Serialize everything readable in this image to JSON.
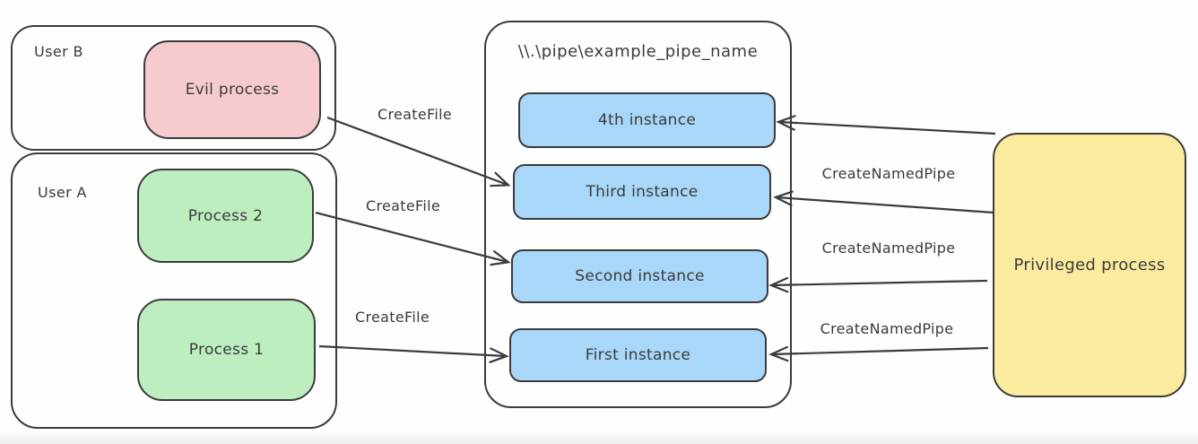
{
  "colors": {
    "stroke": "#3b3b3b",
    "text": "#3b3b3b",
    "pink": "#f6cbcd",
    "green": "#bceebf",
    "blue": "#a9d7f9",
    "yellow": "#fbeb9e"
  },
  "groups": {
    "user_b": {
      "label": "User B"
    },
    "user_a": {
      "label": "User A"
    },
    "pipe": {
      "title": "\\\\.\\pipe\\example_pipe_name"
    }
  },
  "nodes": {
    "evil_process": "Evil process",
    "process_2": "Process 2",
    "process_1": "Process 1",
    "instance_4": "4th instance",
    "instance_3": "Third instance",
    "instance_2": "Second instance",
    "instance_1": "First instance",
    "privileged_process": "Privileged process"
  },
  "edges": {
    "createfile_evil": "CreateFile",
    "createfile_p2": "CreateFile",
    "createfile_p1": "CreateFile",
    "createnamedpipe_3": "CreateNamedPipe",
    "createnamedpipe_2": "CreateNamedPipe",
    "createnamedpipe_1": "CreateNamedPipe"
  }
}
